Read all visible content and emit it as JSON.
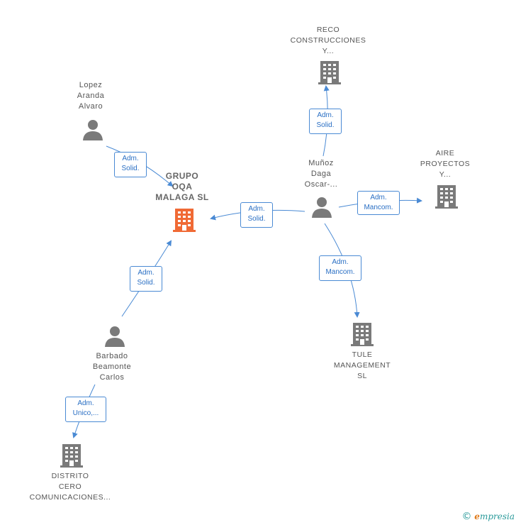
{
  "colors": {
    "edge": "#4a8ad4",
    "node": "#7a7a7a",
    "main": "#f06a35"
  },
  "nodes": {
    "grupo": {
      "label": "GRUPO\nOQA\nMALAGA  SL",
      "icon": "building-icon"
    },
    "reco": {
      "label": "RECO\nCONSTRUCCIONES\nY...",
      "icon": "building-icon"
    },
    "aire": {
      "label": "AIRE\nPROYECTOS\nY...",
      "icon": "building-icon"
    },
    "tule": {
      "label": "TULE\nMANAGEMENT\nSL",
      "icon": "building-icon"
    },
    "distrito": {
      "label": "DISTRITO\nCERO\nCOMUNICACIONES...",
      "icon": "building-icon"
    },
    "lopez": {
      "label": "Lopez\nAranda\nAlvaro",
      "icon": "person-icon"
    },
    "munoz": {
      "label": "Muñoz\nDaga\nOscar-...",
      "icon": "person-icon"
    },
    "barbado": {
      "label": "Barbado\nBeamonte\nCarlos",
      "icon": "person-icon"
    }
  },
  "edges": {
    "lopez_grupo": "Adm.\nSolid.",
    "munoz_grupo": "Adm.\nSolid.",
    "munoz_reco": "Adm.\nSolid.",
    "munoz_aire": "Adm.\nMancom.",
    "munoz_tule": "Adm.\nMancom.",
    "barbado_grupo": "Adm.\nSolid.",
    "barbado_distrito": "Adm.\nUnico,..."
  },
  "footer": {
    "copyright": "©",
    "brand_initial": "e",
    "brand_rest": "mpresia"
  }
}
